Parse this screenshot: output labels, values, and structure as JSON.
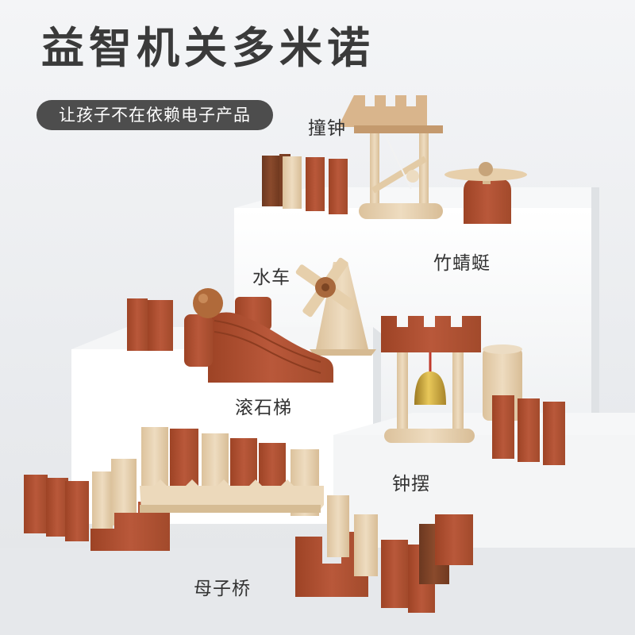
{
  "headline": "益智机关多米诺",
  "tagline": "让孩子不在依赖电子产品",
  "labels": {
    "bell_strike": "撞钟",
    "bamboo_dragonfly": "竹蜻蜓",
    "water_wheel": "水车",
    "rolling_stone_slope": "滚石梯",
    "pendulum_bell": "钟摆",
    "mother_child_bridge": "母子桥"
  },
  "colors": {
    "background": "#eceef0",
    "platform": "#ffffff",
    "redwood": "#b4532f",
    "maple": "#e6cfae",
    "brass": "#c9a23a",
    "text": "#333333",
    "pill": "#4d4d4d"
  }
}
